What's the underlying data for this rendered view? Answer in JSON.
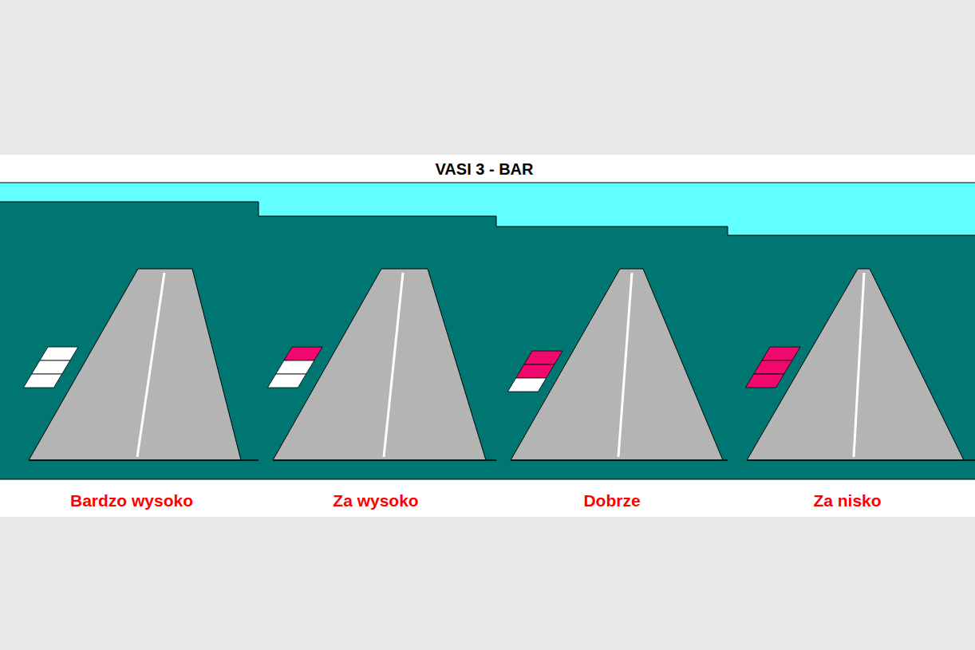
{
  "diagram": {
    "title": "VASI 3 - BAR",
    "labels": [
      "Bardzo wysoko",
      "Za wysoko",
      "Dobrze",
      "Za nisko"
    ]
  }
}
